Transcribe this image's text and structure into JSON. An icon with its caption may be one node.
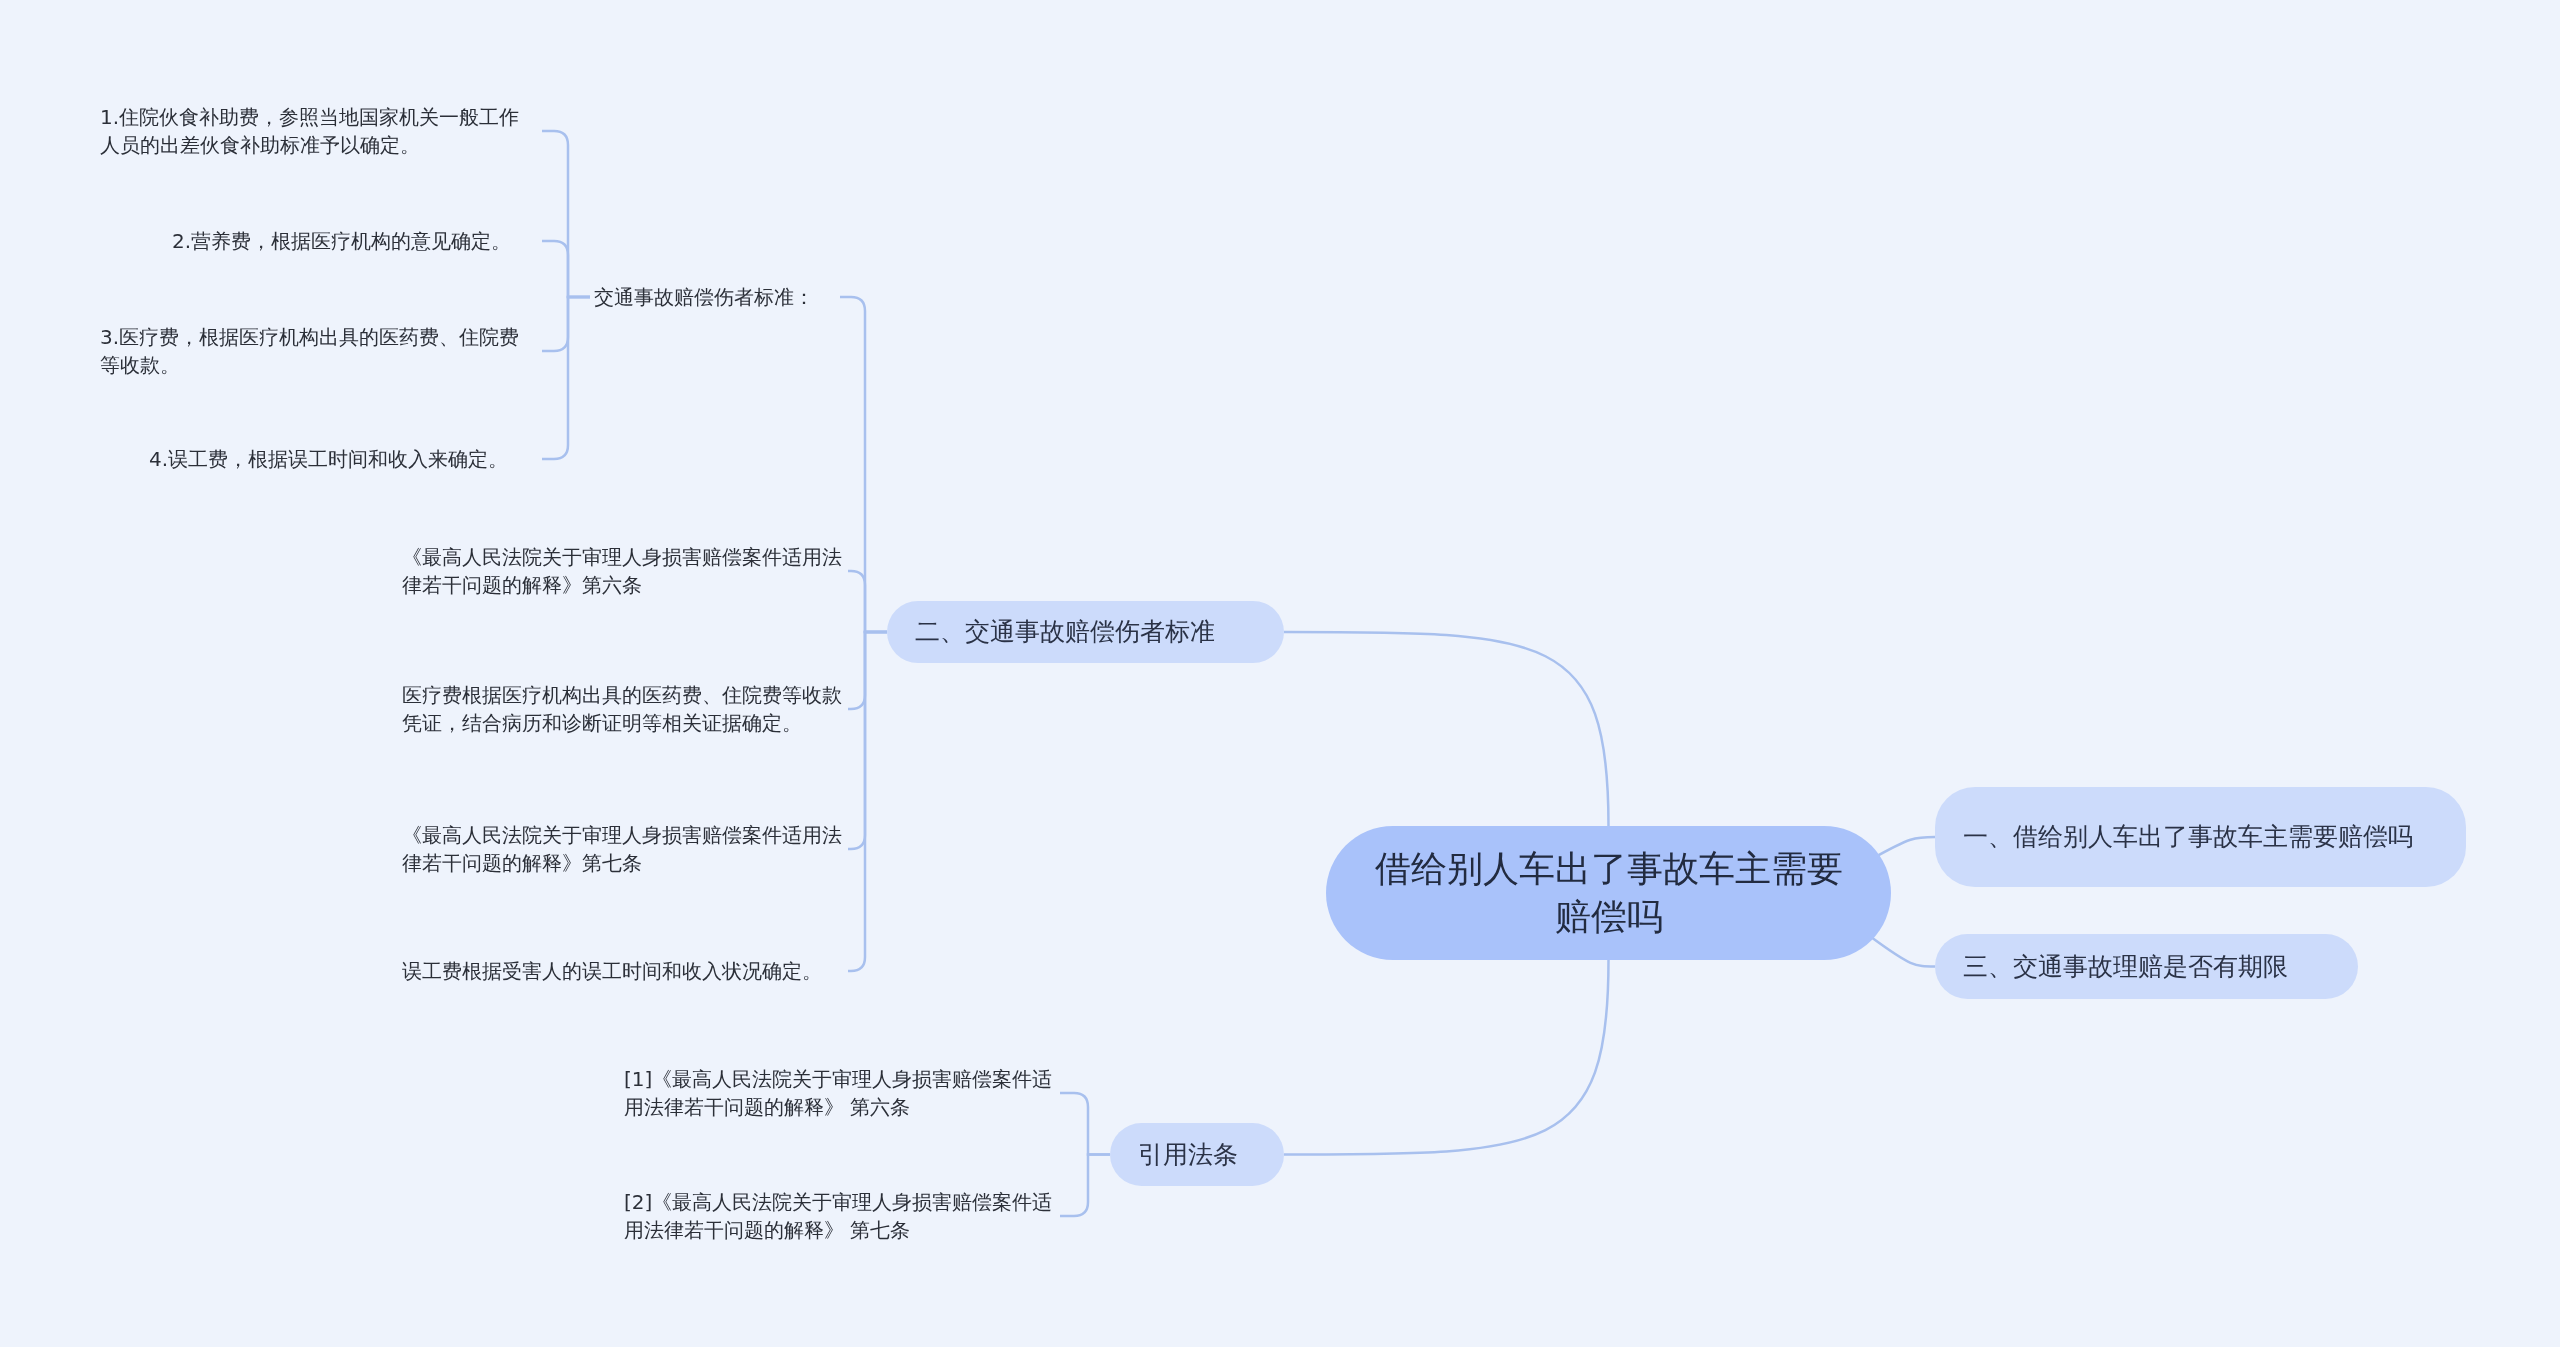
{
  "diagram": {
    "nodes": [
      {
        "text": [
          "借给别人车出了事故车主需要赔偿吗"
        ]
      },
      {
        "text": [
          "一、借给别人车出了事故车主需要赔偿吗"
        ]
      },
      {
        "text": [
          "三、交通事故理赔是否有期限"
        ]
      },
      {
        "text": [
          "二、交通事故赔偿伤者标准"
        ]
      },
      {
        "text": [
          "交通事故赔偿伤者标准："
        ]
      },
      {
        "text": [
          "1.住院伙食补助费，参照当地国家机关一般工作人员的出差伙食补助标准予以确定。"
        ]
      },
      {
        "text": [
          "2.营养费，根据医疗机构的意见确定。"
        ]
      },
      {
        "text": [
          "3.医疗费，根据医疗机构出具的医药费、住院费等收款。"
        ]
      },
      {
        "text": [
          "4.误工费，根据误工时间和收入来确定。"
        ]
      },
      {
        "text": [
          "《最高人民法院关于审理人身损害赔偿案件适用法律若干问题的解释》第六条"
        ]
      },
      {
        "text": [
          "医疗费根据医疗机构出具的医药费、住院费等收款凭证，结合病历和诊断证明等相关证据确定。"
        ]
      },
      {
        "text": [
          "《最高人民法院关于审理人身损害赔偿案件适用法律若干问题的解释》第七条"
        ]
      },
      {
        "text": [
          "误工费根据受害人的误工时间和收入状况确定。"
        ]
      },
      {
        "text": [
          "引用法条"
        ]
      },
      {
        "text": [
          "[1]《最高人民法院关于审理人身损害赔偿案件适用法律若干问题的解释》 第六条"
        ]
      },
      {
        "text": [
          "[2]《最高人民法院关于审理人身损害赔偿案件适用法律若干问题的解释》 第七条"
        ]
      }
    ],
    "edges": [
      {
        "from": 0,
        "to": 1,
        "arrow": "none"
      },
      {
        "from": 0,
        "to": 2,
        "arrow": "none"
      },
      {
        "from": 0,
        "to": 3,
        "arrow": "none"
      },
      {
        "from": 0,
        "to": 13,
        "arrow": "none"
      },
      {
        "from": 3,
        "to": 4,
        "arrow": "none"
      },
      {
        "from": 3,
        "to": 9,
        "arrow": "none"
      },
      {
        "from": 3,
        "to": 10,
        "arrow": "none"
      },
      {
        "from": 3,
        "to": 11,
        "arrow": "none"
      },
      {
        "from": 3,
        "to": 12,
        "arrow": "none"
      },
      {
        "from": 4,
        "to": 5,
        "arrow": "none"
      },
      {
        "from": 4,
        "to": 6,
        "arrow": "none"
      },
      {
        "from": 4,
        "to": 7,
        "arrow": "none"
      },
      {
        "from": 4,
        "to": 8,
        "arrow": "none"
      },
      {
        "from": 13,
        "to": 14,
        "arrow": "none"
      },
      {
        "from": 13,
        "to": 15,
        "arrow": "none"
      }
    ]
  }
}
